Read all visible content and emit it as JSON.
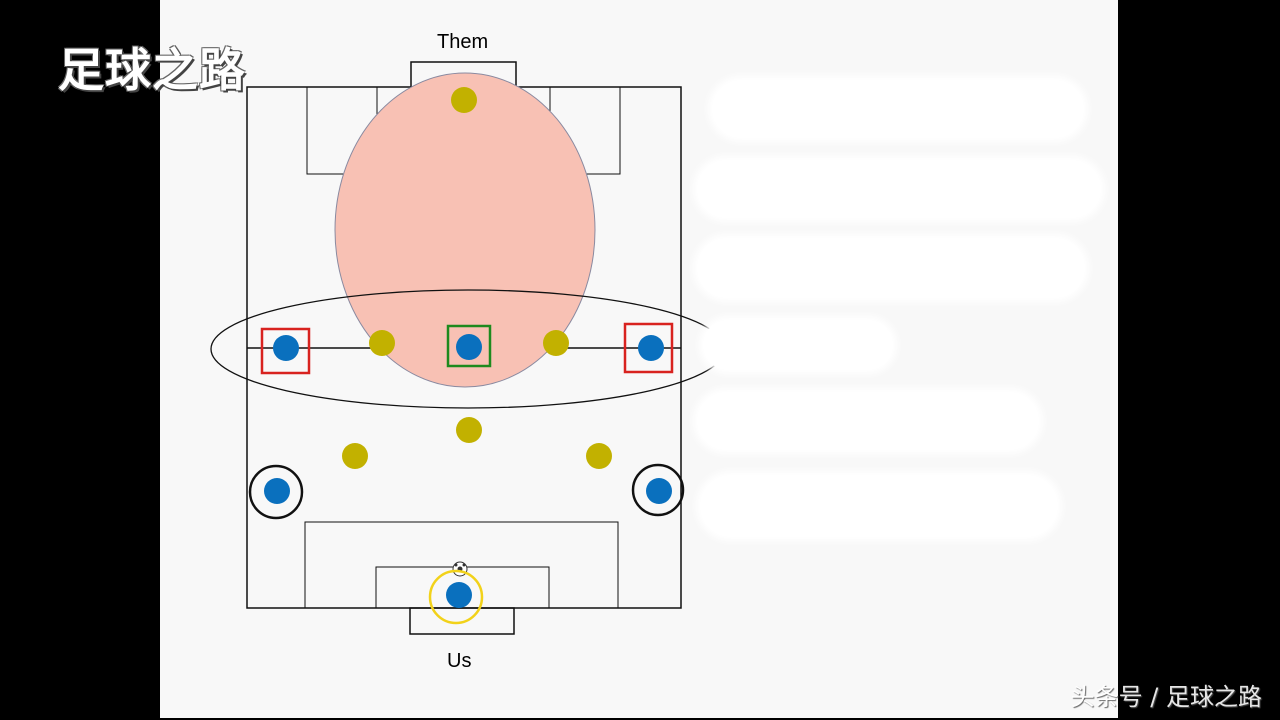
{
  "branding": {
    "channel_logo": "足球之路",
    "watermark": "头条号 / 足球之路"
  },
  "diagram": {
    "top_label": "Them",
    "bottom_label": "Us"
  },
  "colors": {
    "us_player": "#0a70be",
    "them_player": "#c2b100",
    "pressure_zone": "#f8c1b4",
    "highlight_red": "#d8221f",
    "highlight_green": "#1e8a1e",
    "keeper_ring": "#f2d21a",
    "pitch_line": "#111111"
  }
}
